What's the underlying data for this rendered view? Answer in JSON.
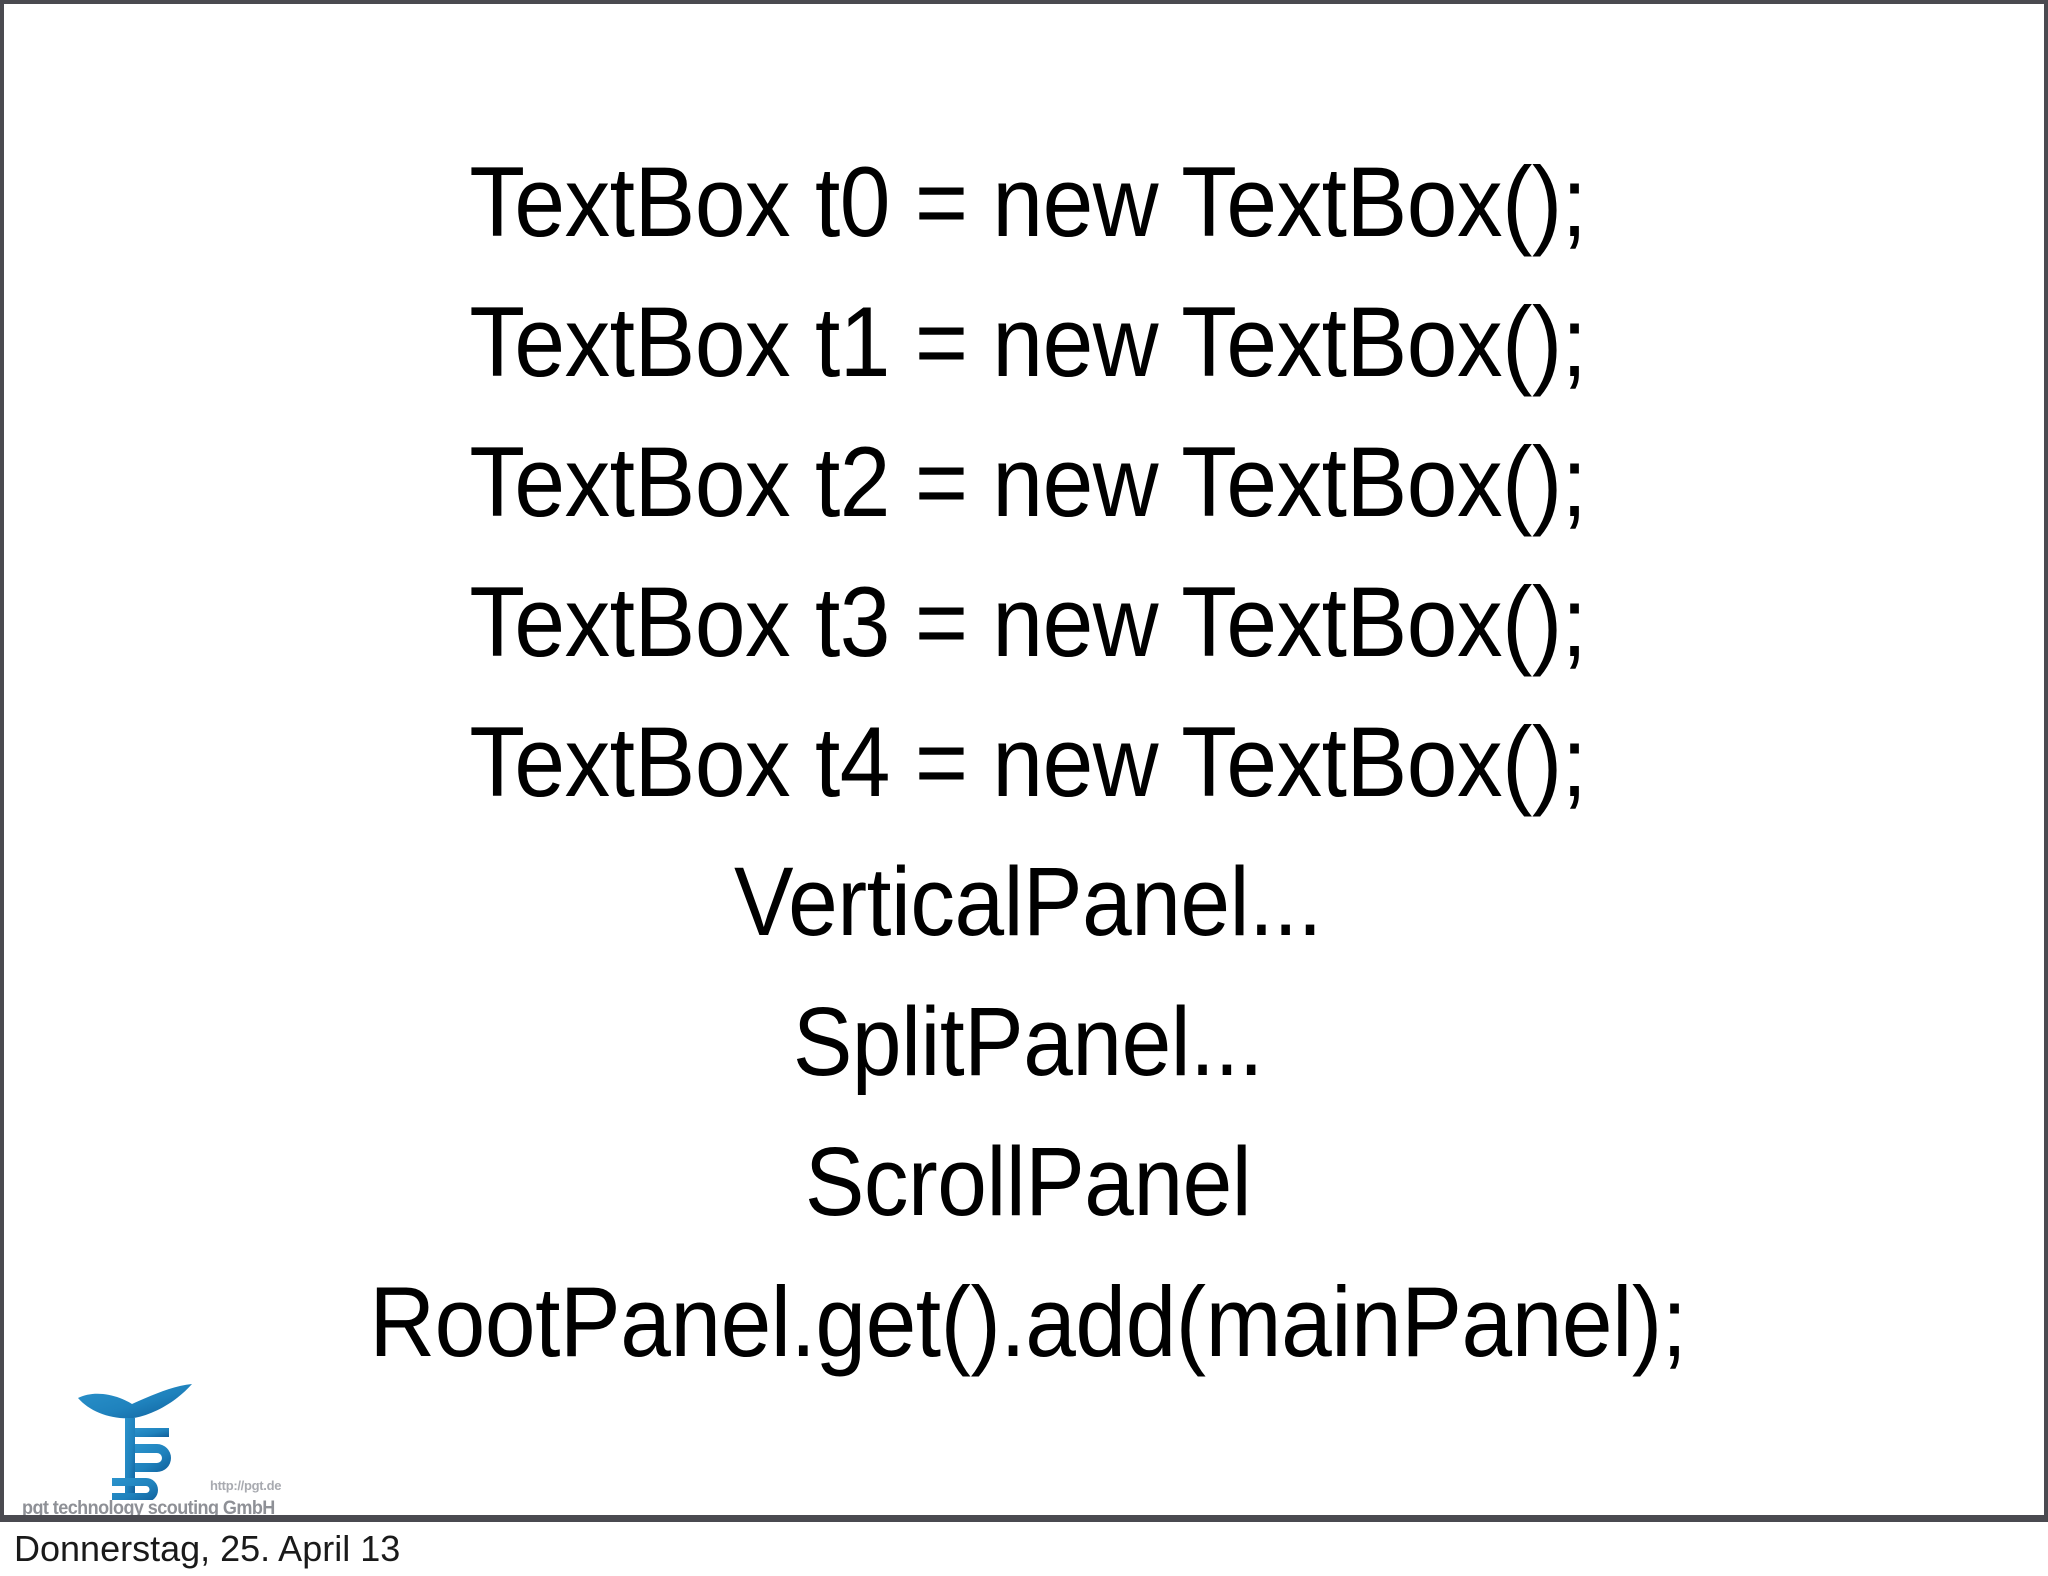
{
  "slide": {
    "code_lines": [
      {
        "text": "TextBox t0 = new TextBox();",
        "style": "stmt"
      },
      {
        "text": "TextBox t1 = new TextBox();",
        "style": "stmt"
      },
      {
        "text": "TextBox t2 = new TextBox();",
        "style": "stmt"
      },
      {
        "text": "TextBox t3 = new TextBox();",
        "style": "stmt"
      },
      {
        "text": "TextBox t4 = new TextBox();",
        "style": "stmt"
      },
      {
        "text": "VerticalPanel...",
        "style": "panel"
      },
      {
        "text": "SplitPanel...",
        "style": "panel"
      },
      {
        "text": "ScrollPanel",
        "style": "panel"
      },
      {
        "text": "RootPanel.get().add(mainPanel);",
        "style": "root"
      }
    ],
    "text_color": "#000000",
    "background": "#ffffff",
    "border_color": "#4a4a50"
  },
  "logo": {
    "wordmark": "pgt",
    "company": "pgt technology scouting GmbH",
    "url": "http://pgt.de",
    "brand_color": "#1f82bd",
    "brand_color_dark": "#1164a0",
    "company_color": "#8e9096"
  },
  "footer": {
    "date": "Donnerstag, 25. April 13"
  }
}
